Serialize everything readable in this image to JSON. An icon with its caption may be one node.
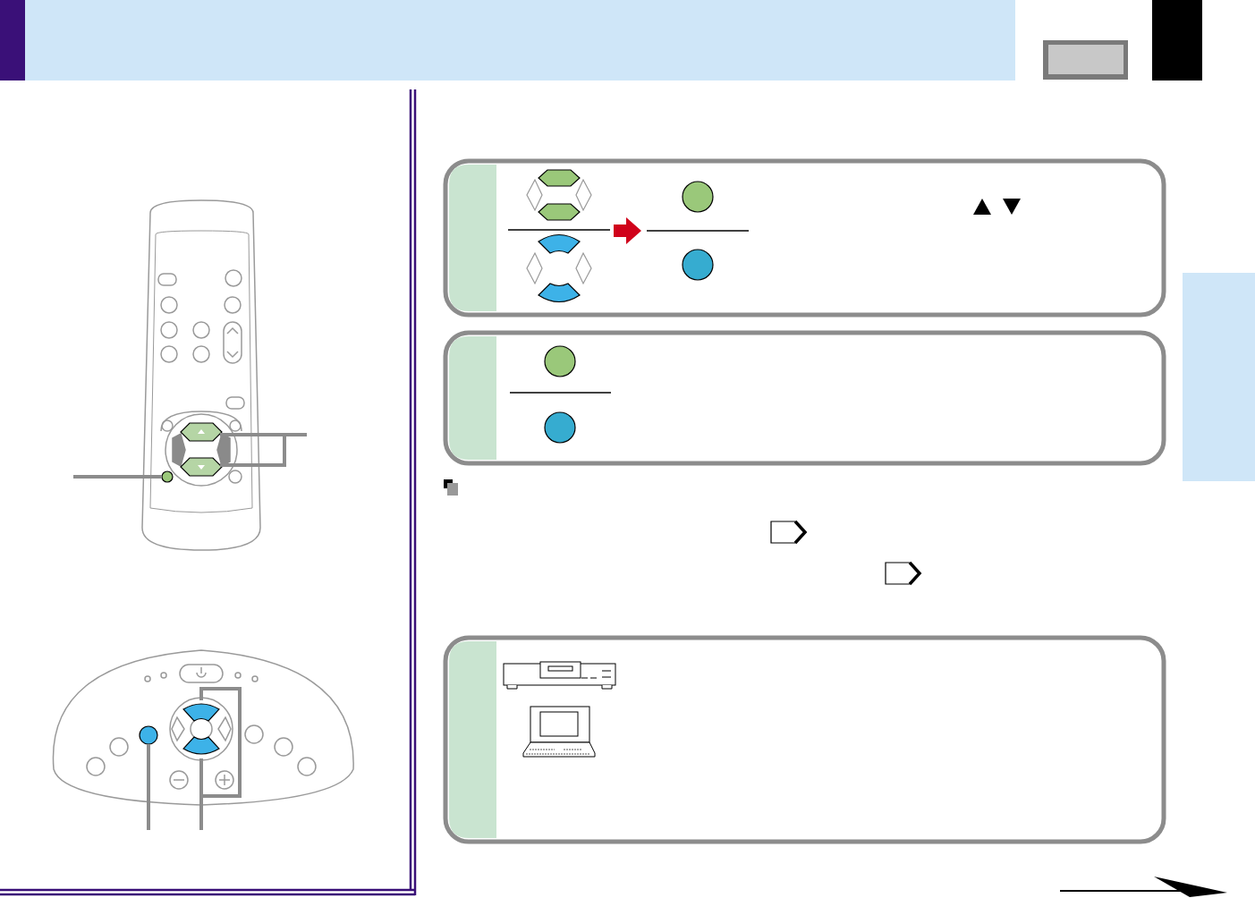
{
  "diagram": {
    "nodes": [
      {
        "text": [],
        "shape": "circle"
      },
      {
        "text": [],
        "shape": "box"
      },
      {
        "text": [],
        "shape": "box"
      },
      {
        "text": [],
        "shape": "circle"
      },
      {
        "text": [],
        "shape": "box"
      },
      {
        "text": [],
        "shape": "box"
      },
      {
        "text": [],
        "shape": "bar"
      }
    ],
    "edges": [
      {
        "from": null,
        "to": 0,
        "arrow": "none"
      },
      {
        "from": null,
        "to": 1,
        "arrow": "none"
      },
      {
        "from": null,
        "to": 2,
        "arrow": "none"
      },
      {
        "from": null,
        "to": 3,
        "arrow": "none"
      },
      {
        "from": null,
        "to": 4,
        "arrow": "none"
      },
      {
        "from": null,
        "to": 5,
        "arrow": "none"
      }
    ]
  }
}
